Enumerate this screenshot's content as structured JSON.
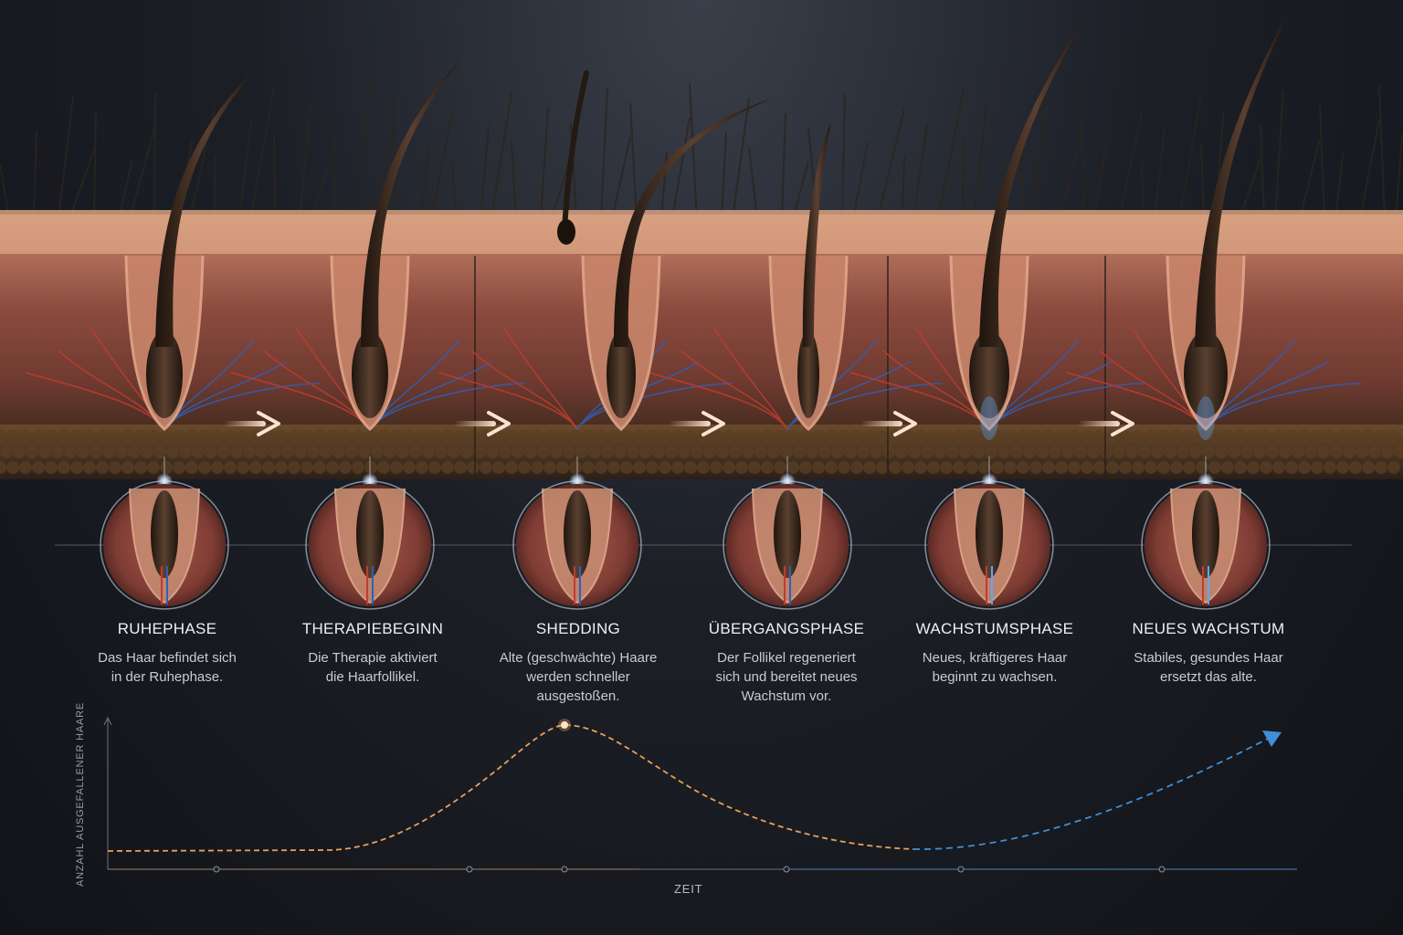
{
  "phases": [
    {
      "title": "RUHEPHASE",
      "description": "Das Haar befindet sich\nin der Ruhephase."
    },
    {
      "title": "THERAPIEBEGINN",
      "description": "Die Therapie aktiviert\ndie Haarfollikel."
    },
    {
      "title": "SHEDDING",
      "description": "Alte (geschwächte) Haare\nwerden schneller\nausgestoßen."
    },
    {
      "title": "ÜBERGANGSPHASE",
      "description": "Der Follikel regeneriert\nsich und bereitet neues\nWachstum vor."
    },
    {
      "title": "WACHSTUMSPHASE",
      "description": "Neues, kräftigeres Haar\nbeginnt zu wachsen."
    },
    {
      "title": "NEUES WACHSTUM",
      "description": "Stabiles, gesundes Haar\nersetzt das alte."
    }
  ],
  "chart": {
    "ylabel": "ANZAHL AUSGEFALLENER HAARE",
    "xlabel": "ZEIT"
  },
  "colors": {
    "skin": "#8a4a3c",
    "skin_top": "#c98d6e",
    "hair": "#3a2a1e",
    "arrow": "#f3c9a8",
    "curve_orange": "#e8a05a",
    "curve_blue": "#3f8fd8",
    "glow": "#cfe3ff"
  }
}
